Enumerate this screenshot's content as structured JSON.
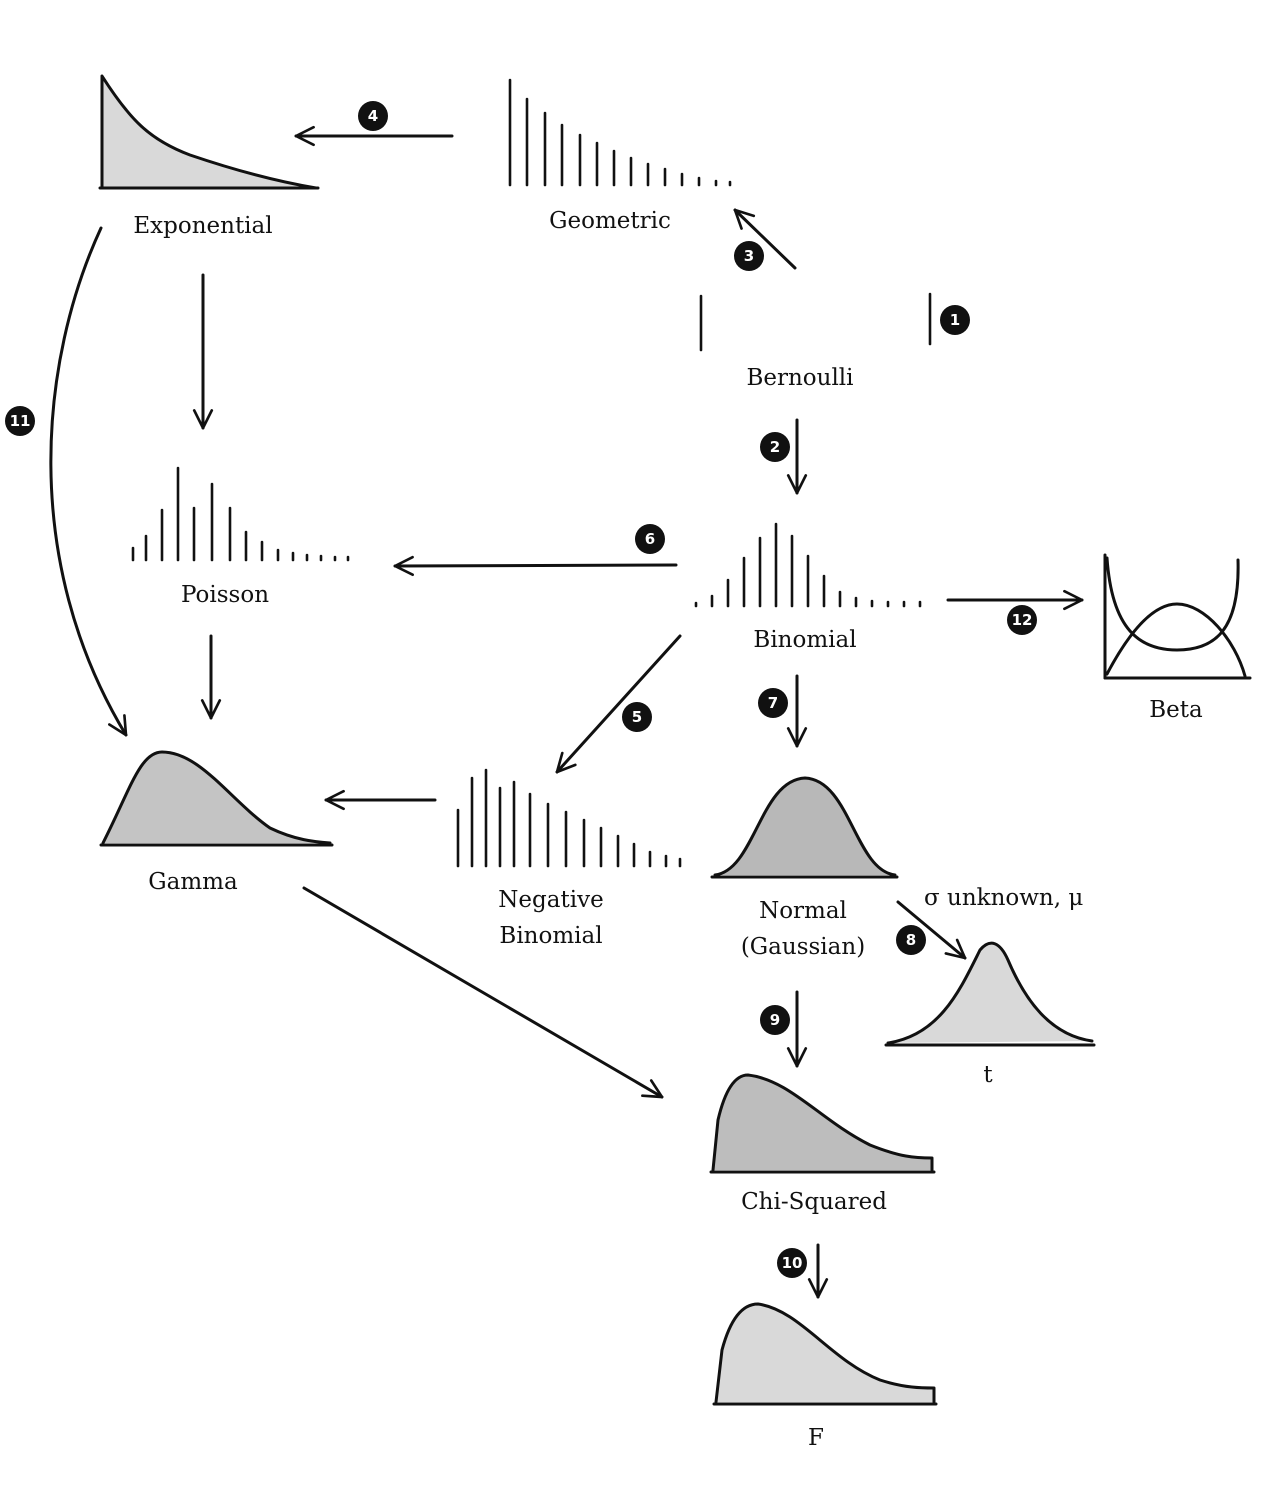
{
  "nodes": {
    "exponential": "Exponential",
    "geometric": "Geometric",
    "bernoulli": "Bernoulli",
    "poisson": "Poisson",
    "binomial": "Binomial",
    "beta": "Beta",
    "gamma": "Gamma",
    "negative_binomial_line1": "Negative",
    "negative_binomial_line2": "Binomial",
    "normal_line1": "Normal",
    "normal_line2": "(Gaussian)",
    "t": "t",
    "chi_squared": "Chi-Squared",
    "f": "F"
  },
  "annotations": {
    "t_condition": "σ unknown, μ"
  },
  "step_badges": [
    "1",
    "2",
    "3",
    "4",
    "5",
    "6",
    "7",
    "8",
    "9",
    "10",
    "11",
    "12"
  ],
  "colors": {
    "ink": "#111111",
    "fill_light": "#d9d9d9",
    "fill_dark": "#bdbdbd",
    "badge_bg": "#111111",
    "badge_text": "#ffffff"
  }
}
